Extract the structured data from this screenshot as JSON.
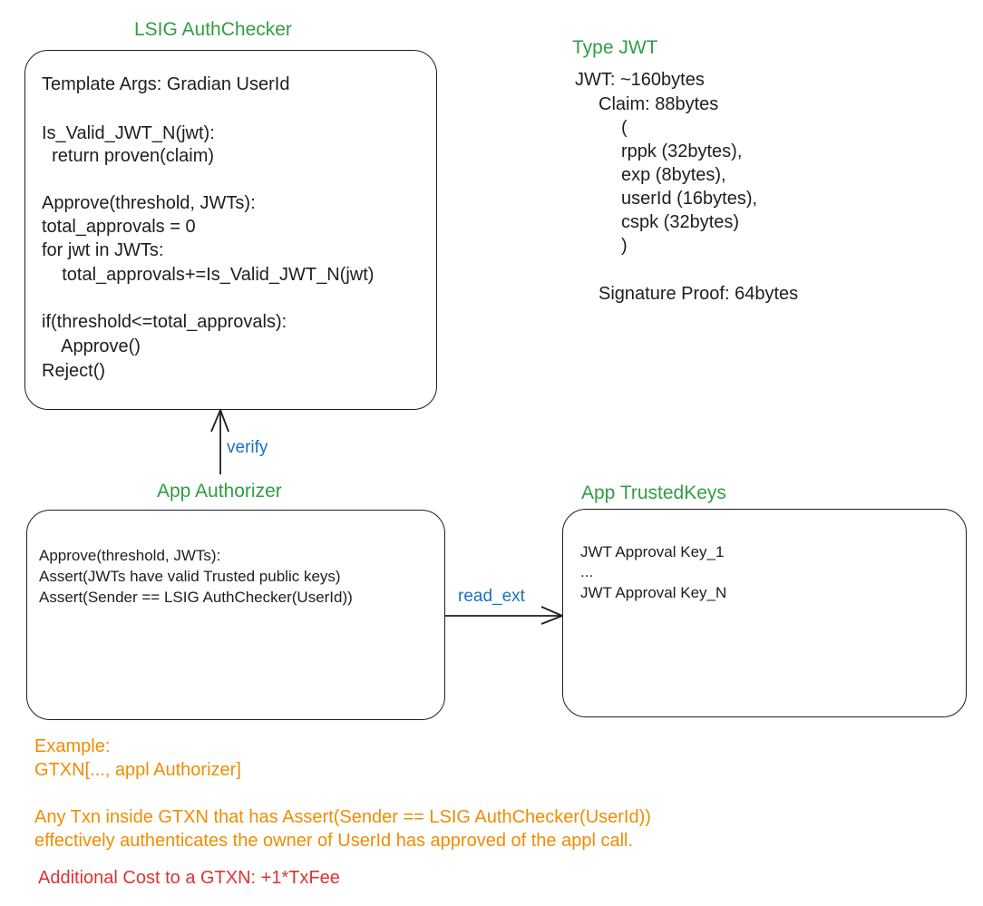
{
  "lsig": {
    "title": "LSIG AuthChecker",
    "lines": [
      "Template Args: Gradian UserId",
      "Is_Valid_JWT_N(jwt):",
      "  return proven(claim)",
      "Approve(threshold, JWTs):",
      "total_approvals = 0",
      "for jwt in JWTs:",
      "    total_approvals+=Is_Valid_JWT_N(jwt)",
      "if(threshold<=total_approvals):",
      "    Approve()",
      "Reject()"
    ]
  },
  "jwt_type": {
    "title": "Type JWT",
    "lines": [
      "JWT: ~160bytes",
      "Claim: 88bytes",
      "(",
      "rppk (32bytes),",
      "exp (8bytes),",
      "userId (16bytes),",
      "cspk (32bytes)",
      ")",
      "Signature Proof: 64bytes"
    ]
  },
  "authorizer": {
    "title": "App Authorizer",
    "lines": [
      "Approve(threshold, JWTs):",
      "Assert(JWTs have valid Trusted public keys)",
      "Assert(Sender == LSIG AuthChecker(UserId))"
    ]
  },
  "trusted_keys": {
    "title": "App TrustedKeys",
    "lines": [
      "JWT Approval Key_1",
      "...",
      "JWT Approval Key_N"
    ]
  },
  "connectors": {
    "verify": "verify",
    "read_ext": "read_ext"
  },
  "example": {
    "heading": "Example:",
    "gtxn": "GTXN[..., appl Authorizer]",
    "note_line1": "Any Txn inside GTXN that has Assert(Sender == LSIG AuthChecker(UserId))",
    "note_line2": "effectively authenticates the owner of UserId has approved of the appl call."
  },
  "cost": "Additional Cost to a GTXN: +1*TxFee",
  "colors": {
    "title_green": "#2f9e44",
    "label_blue": "#1971c2",
    "note_orange": "#f08c00",
    "cost_red": "#e03131",
    "stroke": "#1e1e1e"
  }
}
